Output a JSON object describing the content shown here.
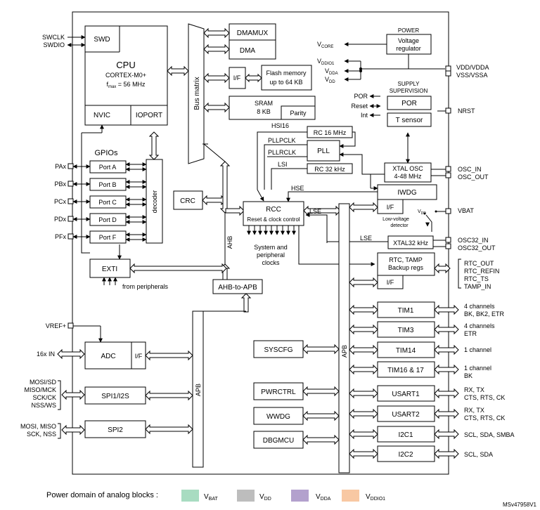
{
  "diagram": {
    "ids": {
      "doc_id": "MSv47958V1"
    },
    "core": {
      "swd": "SWD",
      "cpu": "CPU",
      "cpu_core": "CORTEX-M0+",
      "fmax_f": "f",
      "fmax_sub": "max",
      "fmax_val": " = 56 MHz",
      "nvic": "NVIC",
      "ioport": "IOPORT",
      "bus_matrix": "Bus matrix",
      "dmamux": "DMAMUX",
      "dma": "DMA",
      "if": "I/F",
      "flash_l1": "Flash memory",
      "flash_l2": "up to 64 KB",
      "sram_l1": "SRAM",
      "sram_l2": "8 KB",
      "parity": "Parity",
      "crc": "CRC",
      "ahb": "AHB",
      "ahb_to_apb": "AHB-to-APB",
      "apb": "APB"
    },
    "gpio": {
      "title": "GPIOs",
      "ports": [
        "Port A",
        "Port B",
        "Port C",
        "Port D",
        "Port F"
      ],
      "pins": [
        "PAx",
        "PBx",
        "PCx",
        "PDx",
        "PFx"
      ],
      "decoder": "decoder",
      "exti": "EXTI",
      "from_peripherals": "from peripherals"
    },
    "left_pins": {
      "swclk": "SWCLK",
      "swdio": "SWDIO",
      "vrefp": "VREF+",
      "adc_in": "16x IN",
      "spi1_pins": [
        "MOSI/SD",
        "MISO/MCK",
        "SCK/CK",
        "NSS/WS"
      ],
      "spi2_pins": [
        "MOSI, MISO",
        "SCK, NSS"
      ]
    },
    "analog": {
      "adc": "ADC",
      "if": "I/F",
      "spi1": "SPI1/I2S",
      "spi2": "SPI2"
    },
    "power": {
      "power_title": "POWER",
      "vreg_l1": "Voltage",
      "vreg_l2": "regulator",
      "vcore_v": "V",
      "vcore_sub": "CORE",
      "vddio1_v": "V",
      "vddio1_sub": "DDIO1",
      "vdda_v": "V",
      "vdda_sub": "DDA",
      "vdd_v": "V",
      "vdd_sub": "DD",
      "vdd_vdda": "VDD/VDDA",
      "vss_vssa": "VSS/VSSA",
      "supply_l1": "SUPPLY",
      "supply_l2": "SUPERVISION",
      "por_out": "POR",
      "reset_out": "Reset",
      "int_out": "Int",
      "por": "POR",
      "tsensor": "T sensor",
      "nrst": "NRST"
    },
    "clocks": {
      "hsi16": "HSI16",
      "pllpclk": "PLLPCLK",
      "pllrclk": "PLLRCLK",
      "lsi": "LSI",
      "rc16": "RC 16 MHz",
      "pll": "PLL",
      "rc32": "RC 32 kHz",
      "xtal_osc_l1": "XTAL OSC",
      "xtal_osc_l2": "4-48 MHz",
      "osc_in": "OSC_IN",
      "osc_out": "OSC_OUT",
      "iwdg": "IWDG",
      "hse": "HSE",
      "rcc": "RCC",
      "rcc_sub": "Reset & clock control",
      "sys_clk_l1": "System and",
      "sys_clk_l2": "peripheral",
      "sys_clk_l3": "clocks",
      "lse_a": "LSE",
      "lse_b": "LSE",
      "if": "I/F",
      "vdd_v": "V",
      "vdd_sub": "DD",
      "lvd_l1": "Low-voltage",
      "lvd_l2": "detector",
      "vbat": "VBAT",
      "xtal32": "XTAL32 kHz",
      "osc32_in": "OSC32_IN",
      "osc32_out": "OSC32_OUT",
      "rtc_l1": "RTC, TAMP",
      "rtc_l2": "Backup regs",
      "rtc_if": "I/F",
      "rtc_pins": [
        "RTC_OUT",
        "RTC_REFIN",
        "RTC_TS",
        "TAMP_IN"
      ]
    },
    "apb_periph": {
      "apb": "APB",
      "syscfg": "SYSCFG",
      "pwrctrl": "PWRCTRL",
      "wwdg": "WWDG",
      "dbgmcu": "DBGMCU",
      "timers": [
        "TIM1",
        "TIM3",
        "TIM14",
        "TIM16 & 17",
        "USART1",
        "USART2",
        "I2C1",
        "I2C2"
      ],
      "tim_pins": [
        [
          "4 channels",
          "BK, BK2, ETR"
        ],
        [
          "4 channels",
          "ETR"
        ],
        [
          "1 channel"
        ],
        [
          "1 channel",
          "BK"
        ],
        [
          "RX, TX",
          "CTS, RTS, CK"
        ],
        [
          "RX, TX",
          "CTS, RTS, CK"
        ],
        [
          "SCL, SDA, SMBA"
        ],
        [
          "SCL, SDA"
        ]
      ]
    },
    "legend": {
      "title": "Power domain of analog blocks :",
      "items": [
        {
          "v": "V",
          "sub": "BAT",
          "color": "#a8dcc1"
        },
        {
          "v": "V",
          "sub": "DD",
          "color": "#bdbdbd"
        },
        {
          "v": "V",
          "sub": "DDA",
          "color": "#b3a1cd"
        },
        {
          "v": "V",
          "sub": "DDIO1",
          "color": "#f8c8a3"
        }
      ]
    },
    "colors": {
      "vbat": "#a8dcc1",
      "vdd": "#bdbdbd",
      "vdda": "#b3a1cd",
      "vddio1": "#f8c8a3"
    }
  }
}
